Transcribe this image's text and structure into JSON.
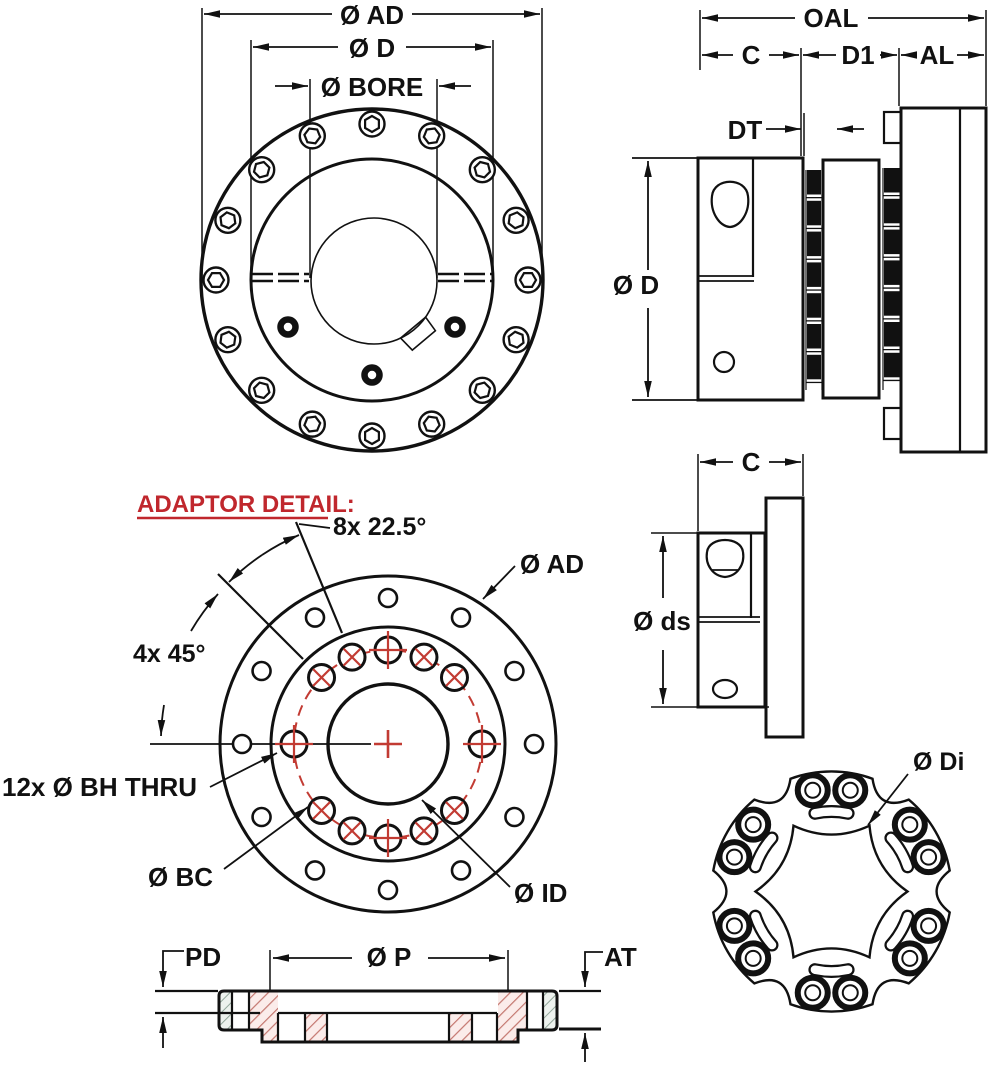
{
  "labels": {
    "front_view": {
      "ad": "Ø AD",
      "d": "Ø D",
      "bore": "Ø BORE"
    },
    "side_view": {
      "oal": "OAL",
      "c": "C",
      "d1": "D1",
      "al": "AL",
      "dt": "DT",
      "d": "Ø D"
    },
    "adaptor_detail": {
      "title": "ADAPTOR DETAIL:",
      "angle_8": "8x 22.5°",
      "angle_4": "4x 45°",
      "ad": "Ø AD",
      "bolt_holes": "12x Ø BH THRU",
      "bc": "Ø BC",
      "id": "Ø ID"
    },
    "adaptor_side": {
      "c": "C",
      "ds": "Ø ds"
    },
    "element_view": {
      "di": "Ø Di"
    },
    "section_view": {
      "pd": "PD",
      "p": "Ø P",
      "at": "AT"
    }
  },
  "colors": {
    "line": "#111111",
    "red_title": "#c0272d",
    "red_marks": "#c23b33",
    "hatch_fill": "#fbecea",
    "hatch_line": "#c4776f",
    "hatch_fill_alt": "#edf2ee",
    "hatch_line_alt": "#92a79b"
  }
}
